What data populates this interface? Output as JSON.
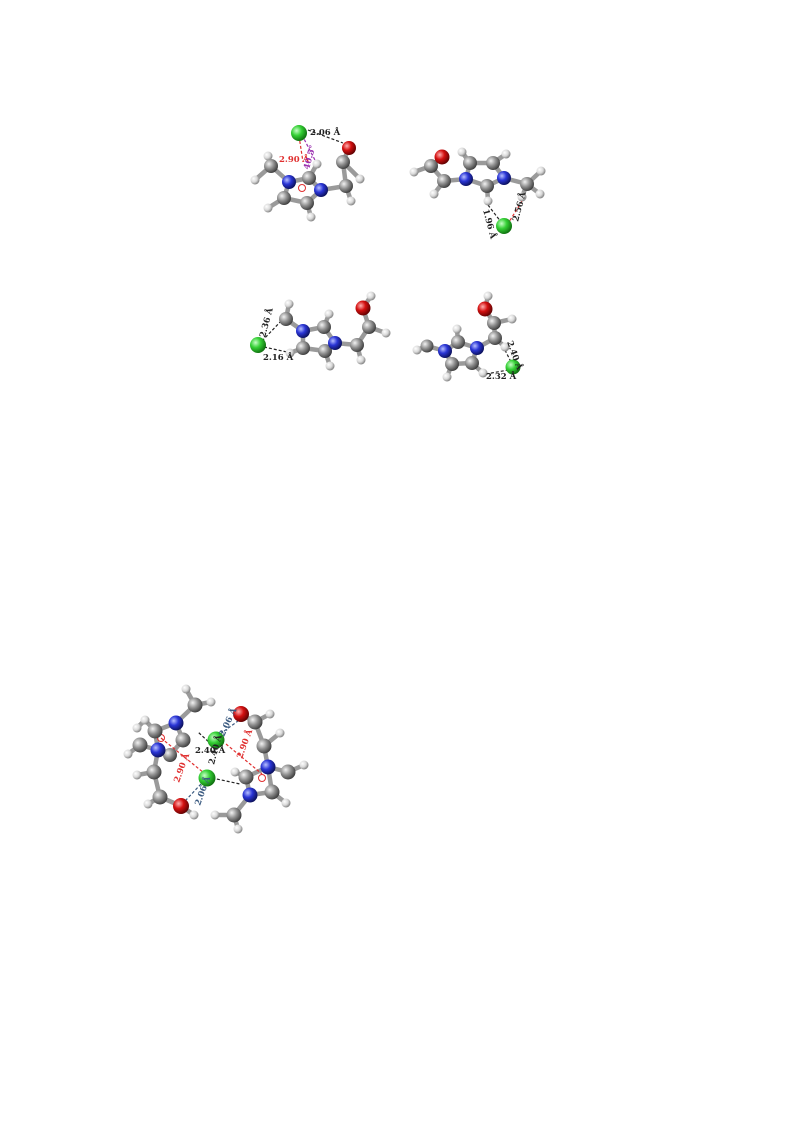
{
  "colors": {
    "chlorine": "#35d035",
    "oxygen": "#d41010",
    "nitrogen": "#2a35d6",
    "carbon": "#8f8f8f",
    "hydrogen": "#e4e4e4",
    "dash_black": "#222222",
    "dash_red": "#e03030",
    "dash_purple": "#9b30b0",
    "dash_blue": "#3a5a80"
  },
  "structures": [
    {
      "id": "s1",
      "labels": {
        "d1": "2.06 Å",
        "d2": "2.90 Å",
        "d3": "40.5°"
      }
    },
    {
      "id": "s2",
      "labels": {
        "d1": "1.96 Å",
        "d2": "2.56 Å"
      }
    },
    {
      "id": "s3",
      "labels": {
        "d1": "2.36 Å",
        "d2": "2.16 Å"
      }
    },
    {
      "id": "s4",
      "labels": {
        "d1": "2.40 Å",
        "d2": "2.32 Å"
      }
    },
    {
      "id": "s5",
      "labels": {
        "d1": "2.06 Å",
        "d2": "2.40 Å",
        "d3": "2.90 Å",
        "d4": "2.90 Å",
        "d5": "2.40 Å",
        "d6": "2.06 Å"
      }
    }
  ]
}
